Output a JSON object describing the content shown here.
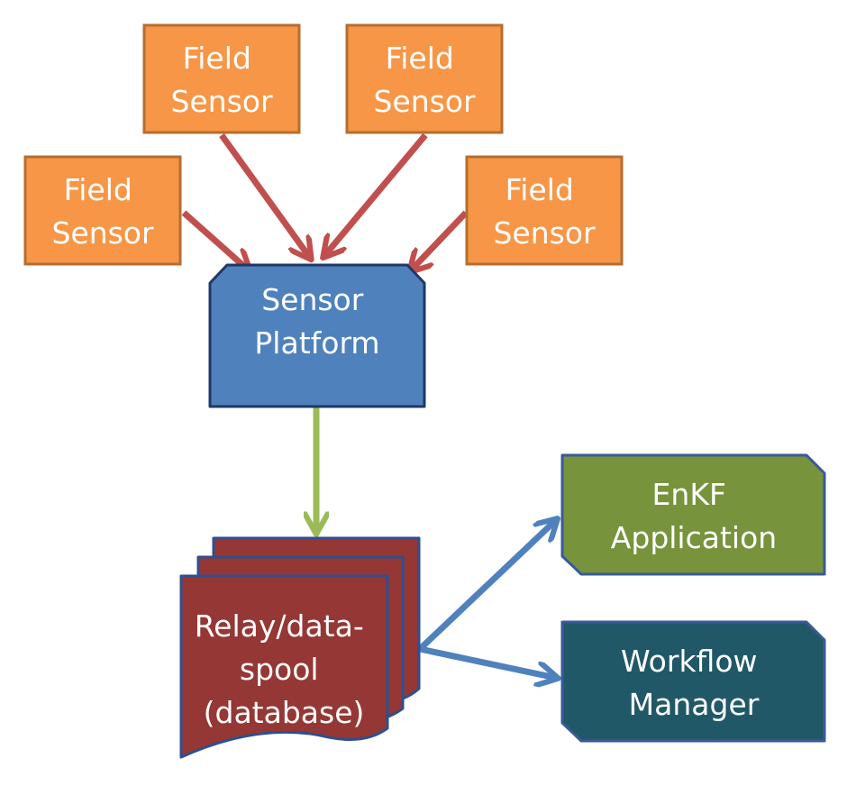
{
  "nodes": {
    "field_sensor_top_left": {
      "line1": "Field",
      "line2": "Sensor"
    },
    "field_sensor_top_right": {
      "line1": "Field",
      "line2": "Sensor"
    },
    "field_sensor_left": {
      "line1": "Field",
      "line2": "Sensor"
    },
    "field_sensor_right": {
      "line1": "Field",
      "line2": "Sensor"
    },
    "sensor_platform": {
      "line1": "Sensor",
      "line2": "Platform"
    },
    "relay": {
      "line1": "Relay/data-",
      "line2": "spool",
      "line3": "(database)"
    },
    "enkf": {
      "line1": "EnKF",
      "line2": "Application"
    },
    "workflow": {
      "line1": "Workflow",
      "line2": "Manager"
    }
  },
  "colors": {
    "field_sensor_fill": "#f79646",
    "field_sensor_border": "#b66d31",
    "platform_fill": "#4f81bd",
    "platform_border": "#1f3864",
    "relay_fill": "#953735",
    "relay_border": "#2f4f8f",
    "enkf_fill": "#77933c",
    "enkf_border": "#3a5a9a",
    "workflow_fill": "#215868",
    "workflow_border": "#3a5a9a",
    "arrow_red": "#c0504d",
    "arrow_green": "#9bbb59",
    "arrow_blue": "#4f81bd"
  }
}
